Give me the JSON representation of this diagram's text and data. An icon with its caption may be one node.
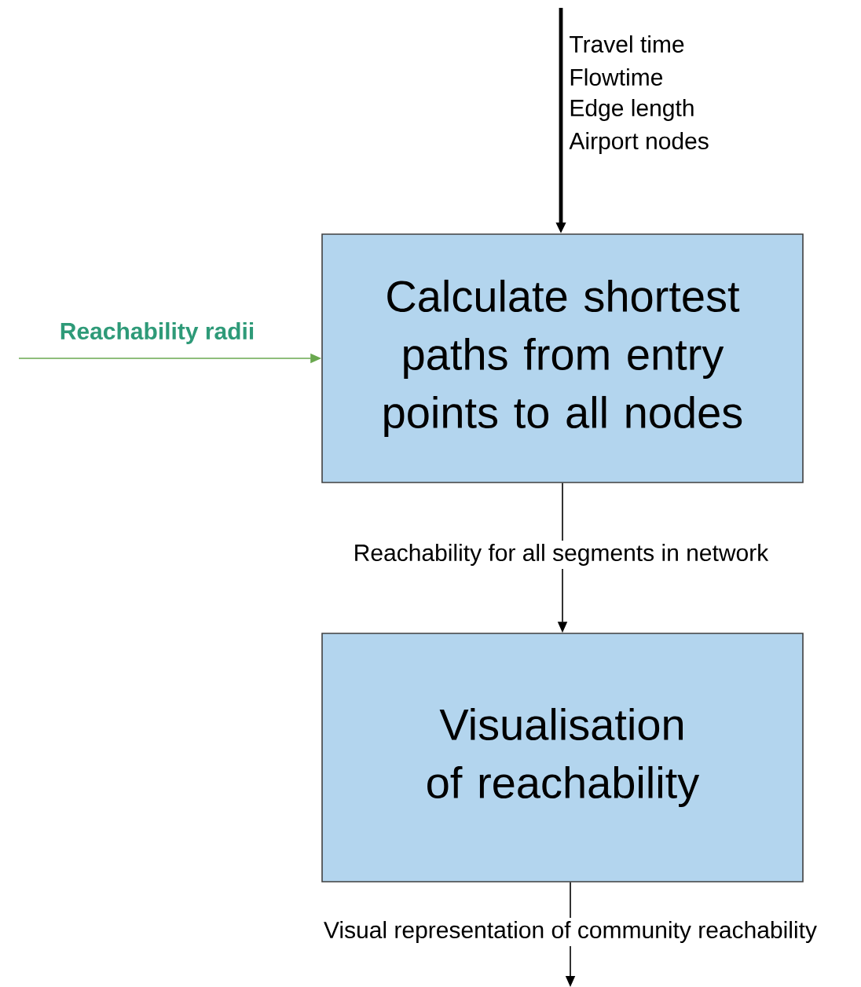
{
  "diagram": {
    "nodes": [
      {
        "text": [
          "Calculate shortest paths from entry points to all nodes"
        ]
      },
      {
        "text": [
          "Visualisation of reachability"
        ]
      }
    ],
    "edges": [
      {
        "from": null,
        "to": 0,
        "arrow": "to",
        "style": "thick"
      },
      {
        "from": null,
        "to": 0,
        "arrow": "to",
        "label": "Reachability radii",
        "color": "#6aa84f"
      },
      {
        "from": 0,
        "to": 1,
        "arrow": "to",
        "label": "Reachability for all segments in network"
      },
      {
        "from": 1,
        "to": null,
        "arrow": "to",
        "label": "Visual representation of community reachability"
      }
    ],
    "labels": [
      "Travel time",
      "Flowtime",
      "Edge length",
      "Airport nodes"
    ]
  }
}
